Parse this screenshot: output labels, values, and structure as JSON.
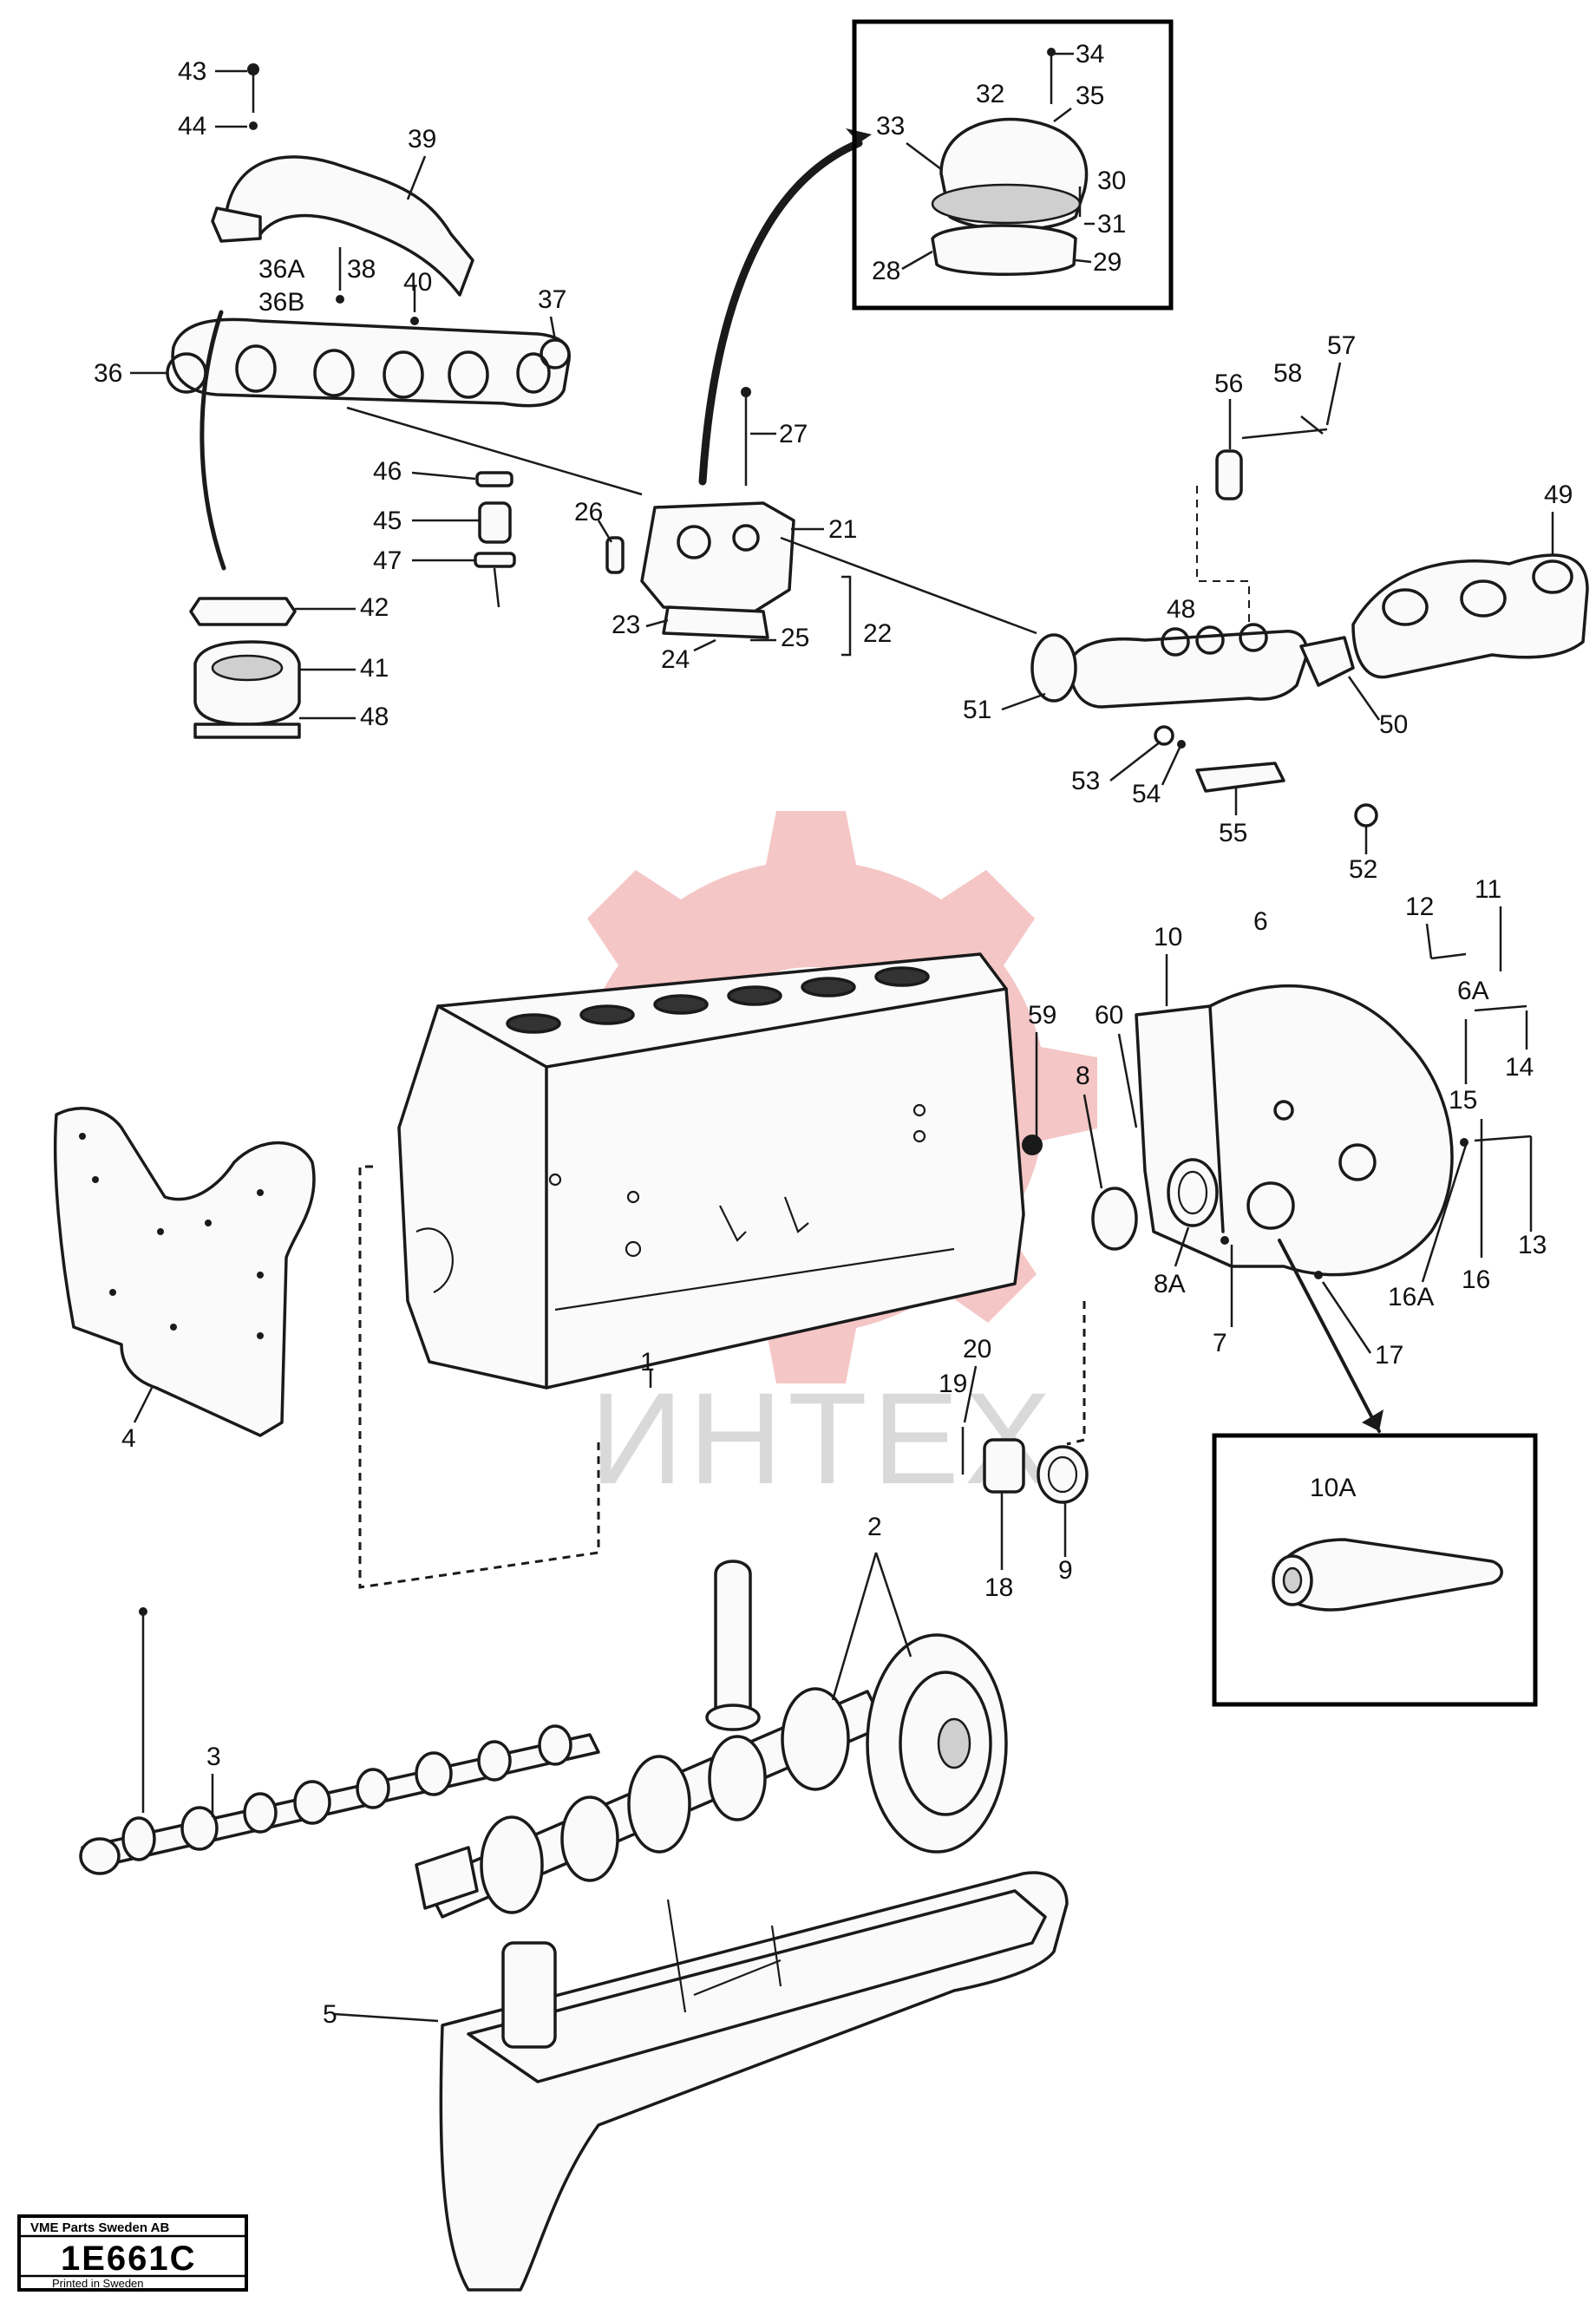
{
  "watermark": {
    "text": "ИНТЕХ"
  },
  "code_box": {
    "top": "VME Parts Sweden AB",
    "code": "1E661C",
    "bottom": "Printed in Sweden"
  },
  "detail_labels": {
    "inset_part": "10A"
  },
  "callouts": [
    "1",
    "2",
    "3",
    "4",
    "5",
    "6",
    "7",
    "8",
    "8A",
    "9",
    "10",
    "10A",
    "11",
    "12",
    "13",
    "14",
    "15",
    "16",
    "16A",
    "17",
    "18",
    "19",
    "20",
    "21",
    "22",
    "23",
    "24",
    "25",
    "26",
    "27",
    "28",
    "29",
    "30",
    "31",
    "32",
    "33",
    "34",
    "35",
    "36",
    "36A",
    "36B",
    "37",
    "38",
    "39",
    "40",
    "41",
    "42",
    "42",
    "43",
    "44",
    "45",
    "46",
    "47",
    "48",
    "49",
    "50",
    "51",
    "52",
    "53",
    "54",
    "55",
    "56",
    "57",
    "58",
    "59",
    "60",
    "6A"
  ],
  "colors": {
    "ink": "#1a1a1a",
    "watermark_gear": "#f2b3b3",
    "watermark_text": "#d9d9d9"
  }
}
